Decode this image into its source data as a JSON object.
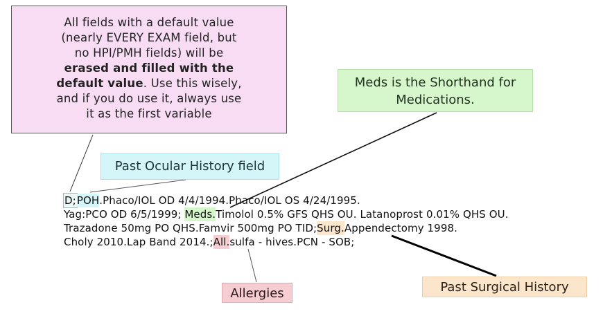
{
  "callouts": {
    "default_value": {
      "line1": "All fields with a default value",
      "line2": "(nearly EVERY EXAM field, but",
      "line3": "no HPI/PMH fields) will be",
      "line4": "erased and filled with the",
      "line5_bold": "default value",
      "line5_rest": ".  Use this wisely,",
      "line6": "and if you do use it, always use",
      "line7": "it as the first variable"
    },
    "meds": {
      "line1": "Meds is the Shorthand for",
      "line2": "Medications."
    },
    "poh": {
      "label": "Past Ocular History field"
    },
    "surg": {
      "label": "Past Surgical History"
    },
    "allergies": {
      "label": "Allergies"
    }
  },
  "example": {
    "line1": {
      "d_token": "D;",
      "poh_token": "POH",
      "rest": ".Phaco/IOL OD 4/4/1994.Phaco/IOL OS 4/24/1995."
    },
    "line2": {
      "before": "Yag:PCO OD 6/5/1999; ",
      "meds_token": "Meds.",
      "after": "Timolol 0.5% GFS QHS OU. Latanoprost 0.01% QHS OU."
    },
    "line3": {
      "before": "Trazadone 50mg PO QHS.Famvir 500mg PO TID;",
      "surg_token": "Surg.",
      "after": "Appendectomy 1998."
    },
    "line4": {
      "before": "Choly 2010.Lap Band 2014.;",
      "all_token": "All.",
      "after": "sulfa - hives.PCN - SOB;"
    }
  },
  "colors": {
    "default_box": "#f7dcf3",
    "meds_highlight": "#d6f6cc",
    "poh_highlight": "#d4f6f8",
    "surg_highlight": "#fbe6cc",
    "allergies_highlight": "#f6cdd1"
  }
}
